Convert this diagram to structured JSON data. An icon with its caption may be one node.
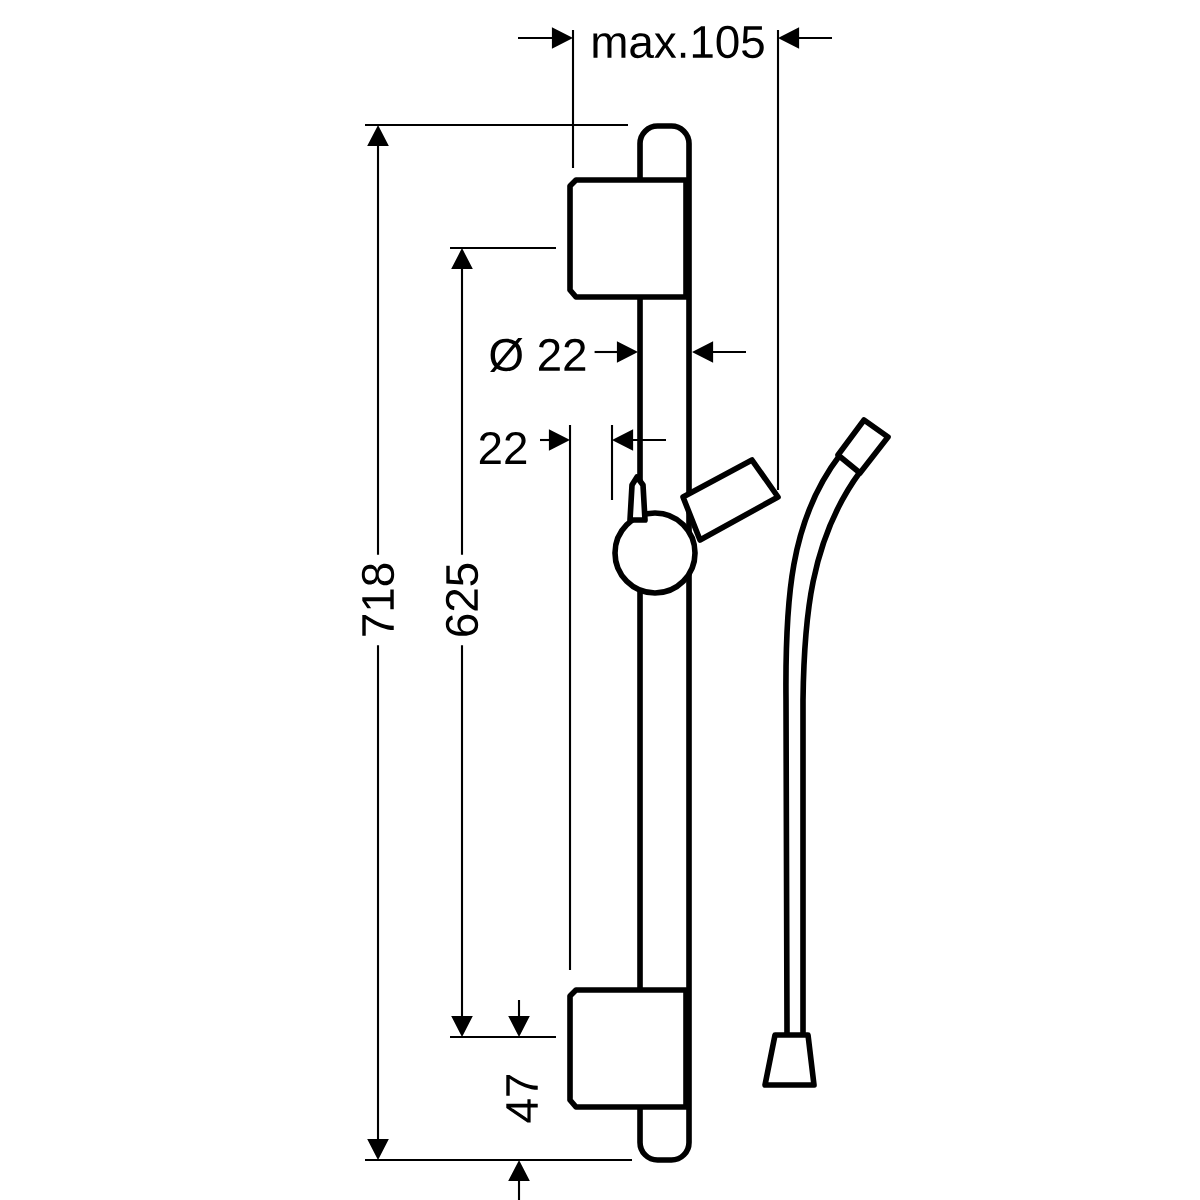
{
  "diagram": {
    "labels": [
      "max.105",
      "Ø 22",
      "22",
      "718",
      "625",
      "47"
    ]
  }
}
